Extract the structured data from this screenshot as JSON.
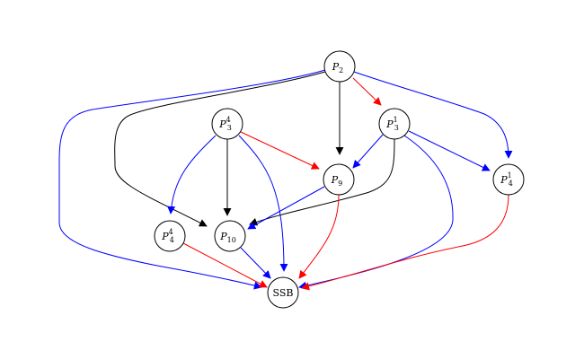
{
  "colors": {
    "blue": "#0000ff",
    "red": "#ff0000",
    "black": "#000000"
  },
  "nodes": [
    {
      "id": "P2",
      "base": "P",
      "sub": "2",
      "sup": ""
    },
    {
      "id": "P3_4",
      "base": "P",
      "sub": "3",
      "sup": "4"
    },
    {
      "id": "P3_1",
      "base": "P",
      "sub": "3",
      "sup": "1"
    },
    {
      "id": "P9",
      "base": "P",
      "sub": "9",
      "sup": ""
    },
    {
      "id": "P4_1",
      "base": "P",
      "sub": "4",
      "sup": "1"
    },
    {
      "id": "P4_4",
      "base": "P",
      "sub": "4",
      "sup": "4"
    },
    {
      "id": "P10",
      "base": "P",
      "sub": "10",
      "sup": ""
    },
    {
      "id": "SSB",
      "base": "SSB",
      "sub": "",
      "sup": ""
    }
  ],
  "edges": [
    {
      "from": "P2",
      "to": "P3_1",
      "color": "red"
    },
    {
      "from": "P2",
      "to": "P9",
      "color": "black"
    },
    {
      "from": "P2",
      "to": "P4_1",
      "color": "blue"
    },
    {
      "from": "P2",
      "to": "P10",
      "color": "black"
    },
    {
      "from": "P2",
      "to": "SSB",
      "color": "blue"
    },
    {
      "from": "P3_4",
      "to": "P9",
      "color": "red"
    },
    {
      "from": "P3_4",
      "to": "P4_4",
      "color": "blue"
    },
    {
      "from": "P3_4",
      "to": "P10",
      "color": "black"
    },
    {
      "from": "P3_4",
      "to": "SSB",
      "color": "blue"
    },
    {
      "from": "P3_1",
      "to": "P9",
      "color": "blue"
    },
    {
      "from": "P3_1",
      "to": "P4_1",
      "color": "blue"
    },
    {
      "from": "P3_1",
      "to": "P10",
      "color": "black"
    },
    {
      "from": "P3_1",
      "to": "SSB",
      "color": "blue"
    },
    {
      "from": "P9",
      "to": "P10",
      "color": "blue"
    },
    {
      "from": "P9",
      "to": "SSB",
      "color": "red"
    },
    {
      "from": "P4_1",
      "to": "SSB",
      "color": "red"
    },
    {
      "from": "P4_4",
      "to": "SSB",
      "color": "red"
    },
    {
      "from": "P10",
      "to": "SSB",
      "color": "blue"
    }
  ]
}
